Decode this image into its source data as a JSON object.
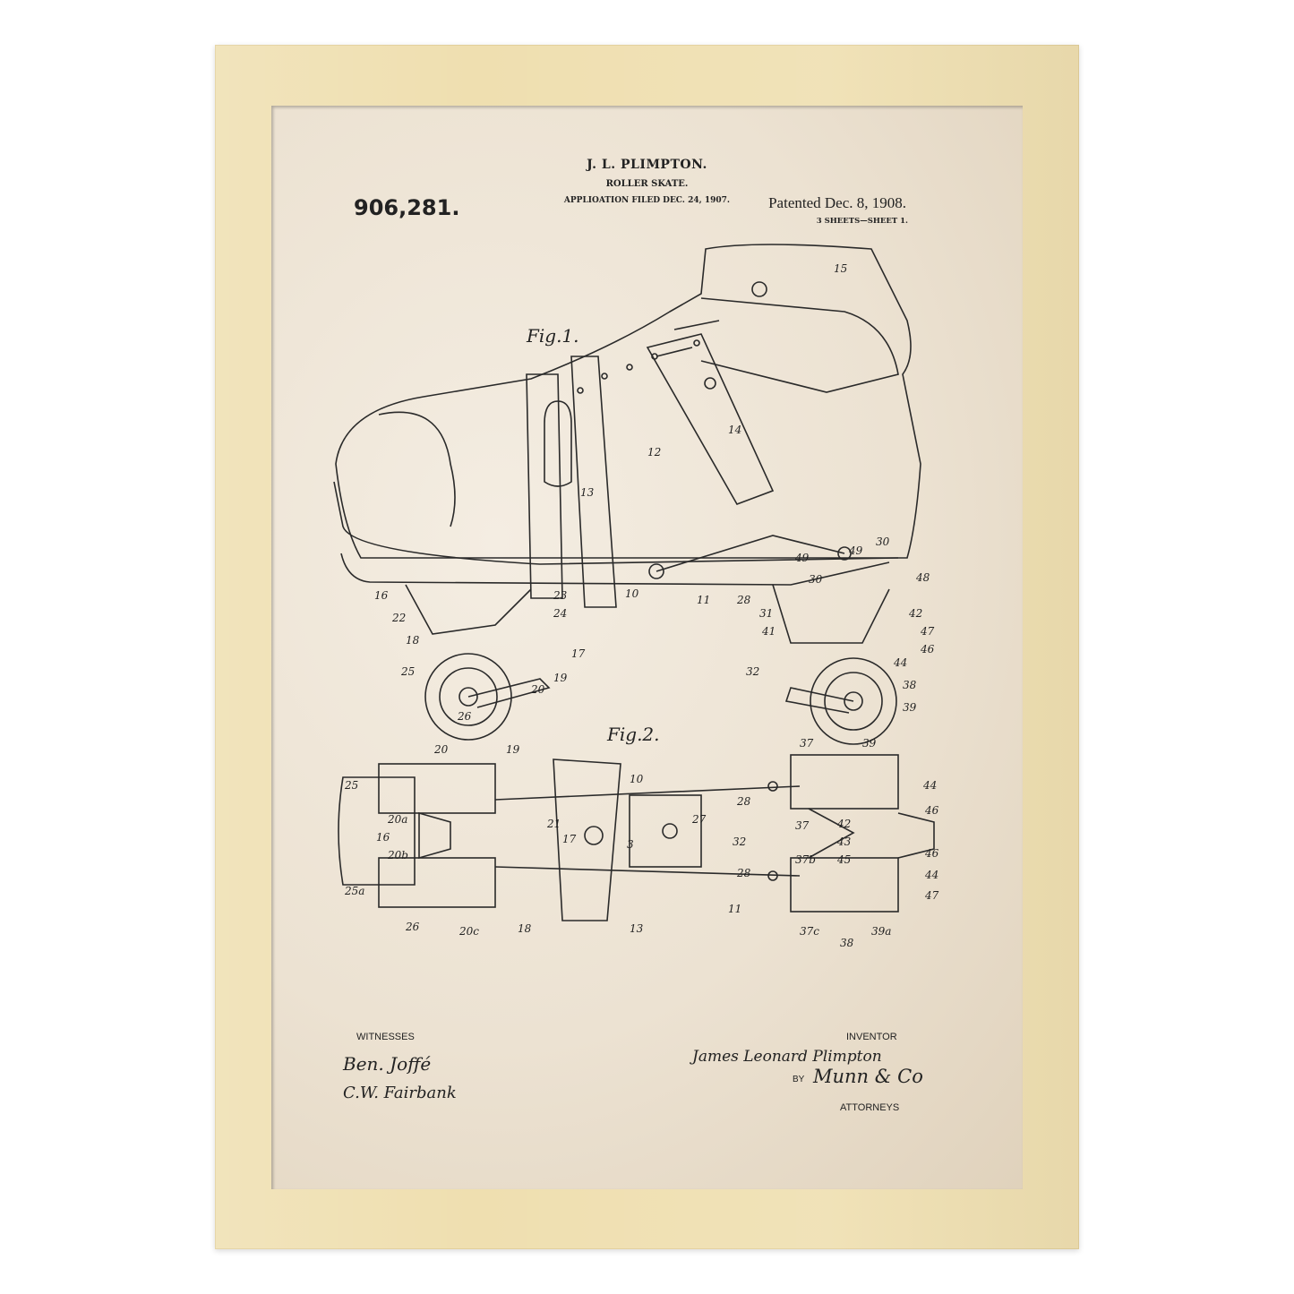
{
  "header": {
    "inventor_name": "J. L. PLIMPTON.",
    "title": "ROLLER SKATE.",
    "application": "APPLIOATION FILED DEC. 24, 1907.",
    "patent_number": "906,281.",
    "patented": "Patented Dec. 8, 1908.",
    "sheets": "3 SHEETS—SHEET 1."
  },
  "figures": {
    "fig1": "Fig.1.",
    "fig2": "Fig.2."
  },
  "fig1_parts": [
    "15",
    "14",
    "12",
    "13",
    "10",
    "11",
    "28",
    "49",
    "30",
    "49",
    "30",
    "48",
    "16",
    "22",
    "18",
    "23",
    "24",
    "17",
    "19",
    "20",
    "25",
    "26",
    "31",
    "41",
    "42",
    "47",
    "46",
    "44",
    "32",
    "38",
    "39"
  ],
  "fig2_parts": [
    "20",
    "19",
    "25",
    "20a",
    "16",
    "20b",
    "25a",
    "26",
    "20c",
    "18",
    "21",
    "17",
    "10",
    "3",
    "27",
    "13",
    "11",
    "28",
    "32",
    "28",
    "37",
    "39",
    "44",
    "46",
    "37",
    "42",
    "43",
    "45",
    "37b",
    "46",
    "44",
    "47",
    "37c",
    "38",
    "39a"
  ],
  "footer": {
    "witnesses_label": "WITNESSES",
    "witness_1": "Ben. Joffé",
    "witness_2": "C.W. Fairbank",
    "inventor_label": "INVENTOR",
    "inventor_signature": "James Leonard Plimpton",
    "by_label": "BY",
    "attorney_signature": "Munn & Co",
    "attorneys_label": "ATTORNEYS"
  },
  "colors": {
    "frame": "#efdfb0",
    "paper": "#ece2d2",
    "ink": "#222222"
  }
}
